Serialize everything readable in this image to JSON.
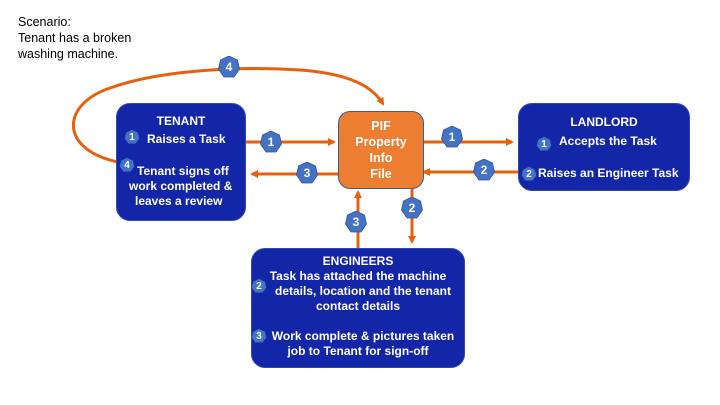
{
  "scenario": {
    "heading": "Scenario:",
    "line1": "Tenant has a broken",
    "line2": "washing machine."
  },
  "colors": {
    "box_blue": "#1426A8",
    "pif_orange": "#ED7D31",
    "arrow": "#E8600F",
    "badge": "#4472C4"
  },
  "tenant": {
    "title": "TENANT",
    "step1_badge": "1",
    "step1": "Raises a Task",
    "step4_badge": "4",
    "step4_l1": "Tenant signs off",
    "step4_l2": "work completed &",
    "step4_l3": "leaves a review"
  },
  "pif": {
    "l1": "PIF",
    "l2": "Property",
    "l3": "Info",
    "l4": "File"
  },
  "landlord": {
    "title": "LANDLORD",
    "step1_badge": "1",
    "step1": "Accepts the Task",
    "step2_badge": "2",
    "step2": "Raises an Engineer Task"
  },
  "engineers": {
    "title": "ENGINEERS",
    "step2_badge": "2",
    "step2_l1": "Task has attached the machine",
    "step2_l2": "details, location and the tenant",
    "step2_l3": "contact details",
    "step3_badge": "3",
    "step3_l1": "Work complete & pictures taken",
    "step3_l2": "job to Tenant for sign-off"
  },
  "connectors": [
    {
      "from": "Tenant",
      "to": "PIF",
      "step": "1"
    },
    {
      "from": "PIF",
      "to": "Landlord",
      "step": "1"
    },
    {
      "from": "Landlord",
      "to": "PIF",
      "step": "2"
    },
    {
      "from": "PIF",
      "to": "Engineers",
      "step": "2"
    },
    {
      "from": "Engineers",
      "to": "PIF",
      "step": "3"
    },
    {
      "from": "PIF",
      "to": "Tenant",
      "step": "3"
    },
    {
      "from": "Tenant",
      "to": "PIF",
      "step": "4"
    }
  ]
}
